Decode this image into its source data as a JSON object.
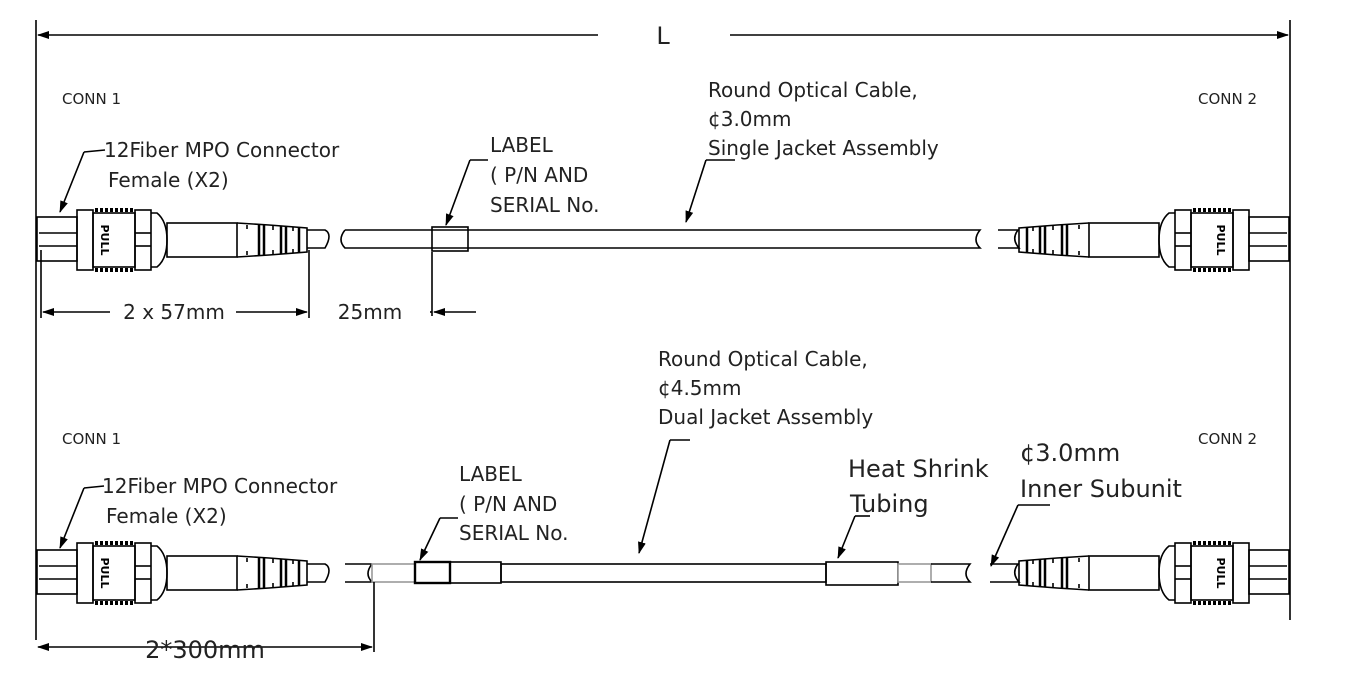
{
  "overall_length_label": "L",
  "assembly_1": {
    "conn1_label": "CONN 1",
    "conn2_label": "CONN 2",
    "connector_note": [
      "12Fiber MPO Connector",
      "Female (X2)"
    ],
    "label_note": [
      "LABEL",
      "(  P/N AND",
      "SERIAL No."
    ],
    "cable_note": [
      "Round Optical Cable,",
      "¢3.0mm",
      "Single Jacket Assembly"
    ],
    "dim_connector": "2 x 57mm",
    "dim_label": "25mm",
    "connector_marking": "PULL"
  },
  "assembly_2": {
    "conn1_label": "CONN 1",
    "conn2_label": "CONN 2",
    "connector_note": [
      "12Fiber MPO Connector",
      "Female (X2)"
    ],
    "label_note": [
      "LABEL",
      "( P/N AND",
      "SERIAL No."
    ],
    "cable_note": [
      "Round Optical Cable,",
      "¢4.5mm",
      "Dual Jacket Assembly"
    ],
    "heat_shrink_note": [
      "Heat Shrink",
      "Tubing"
    ],
    "subunit_note": [
      "¢3.0mm",
      "Inner Subunit"
    ],
    "dim_breakout": "2*300mm",
    "connector_marking": "PULL"
  }
}
